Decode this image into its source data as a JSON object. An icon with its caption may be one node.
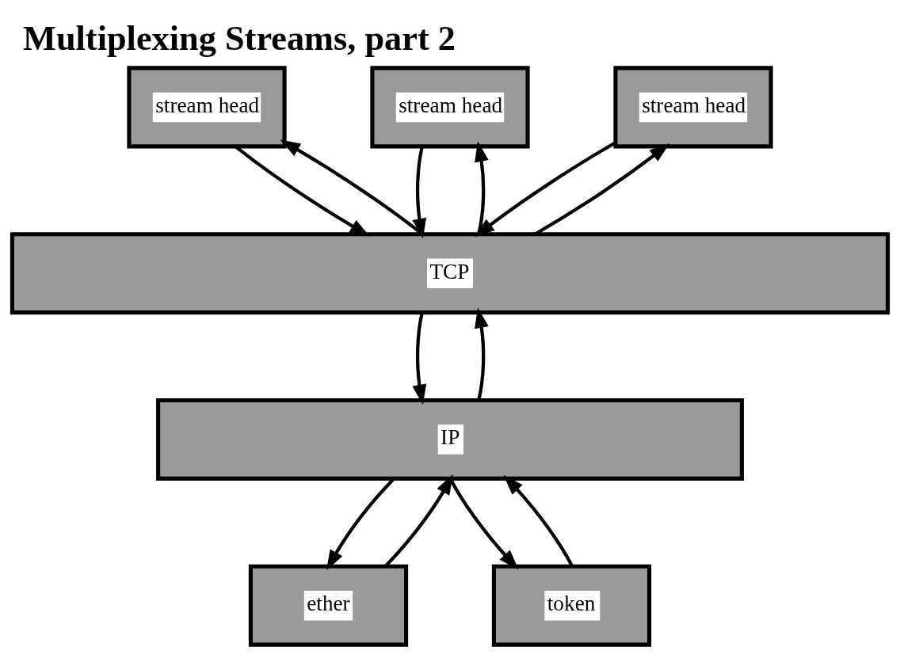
{
  "diagram": {
    "title": "Multiplexing Streams, part 2",
    "nodes": [
      {
        "text": [
          "stream head"
        ]
      },
      {
        "text": [
          "stream head"
        ]
      },
      {
        "text": [
          "stream head"
        ]
      },
      {
        "text": [
          "TCP"
        ]
      },
      {
        "text": [
          "IP"
        ]
      },
      {
        "text": [
          "ether"
        ]
      },
      {
        "text": [
          "token"
        ]
      }
    ],
    "edges": [
      {
        "from": 3,
        "to": 0,
        "arrow": "to"
      },
      {
        "from": 0,
        "to": 3,
        "arrow": "to"
      },
      {
        "from": 3,
        "to": 1,
        "arrow": "to"
      },
      {
        "from": 1,
        "to": 3,
        "arrow": "to"
      },
      {
        "from": 3,
        "to": 2,
        "arrow": "to"
      },
      {
        "from": 2,
        "to": 3,
        "arrow": "to"
      },
      {
        "from": 4,
        "to": 3,
        "arrow": "to"
      },
      {
        "from": 3,
        "to": 4,
        "arrow": "to"
      },
      {
        "from": 5,
        "to": 4,
        "arrow": "to"
      },
      {
        "from": 4,
        "to": 5,
        "arrow": "to"
      },
      {
        "from": 6,
        "to": 4,
        "arrow": "to"
      },
      {
        "from": 4,
        "to": 6,
        "arrow": "to"
      }
    ]
  }
}
